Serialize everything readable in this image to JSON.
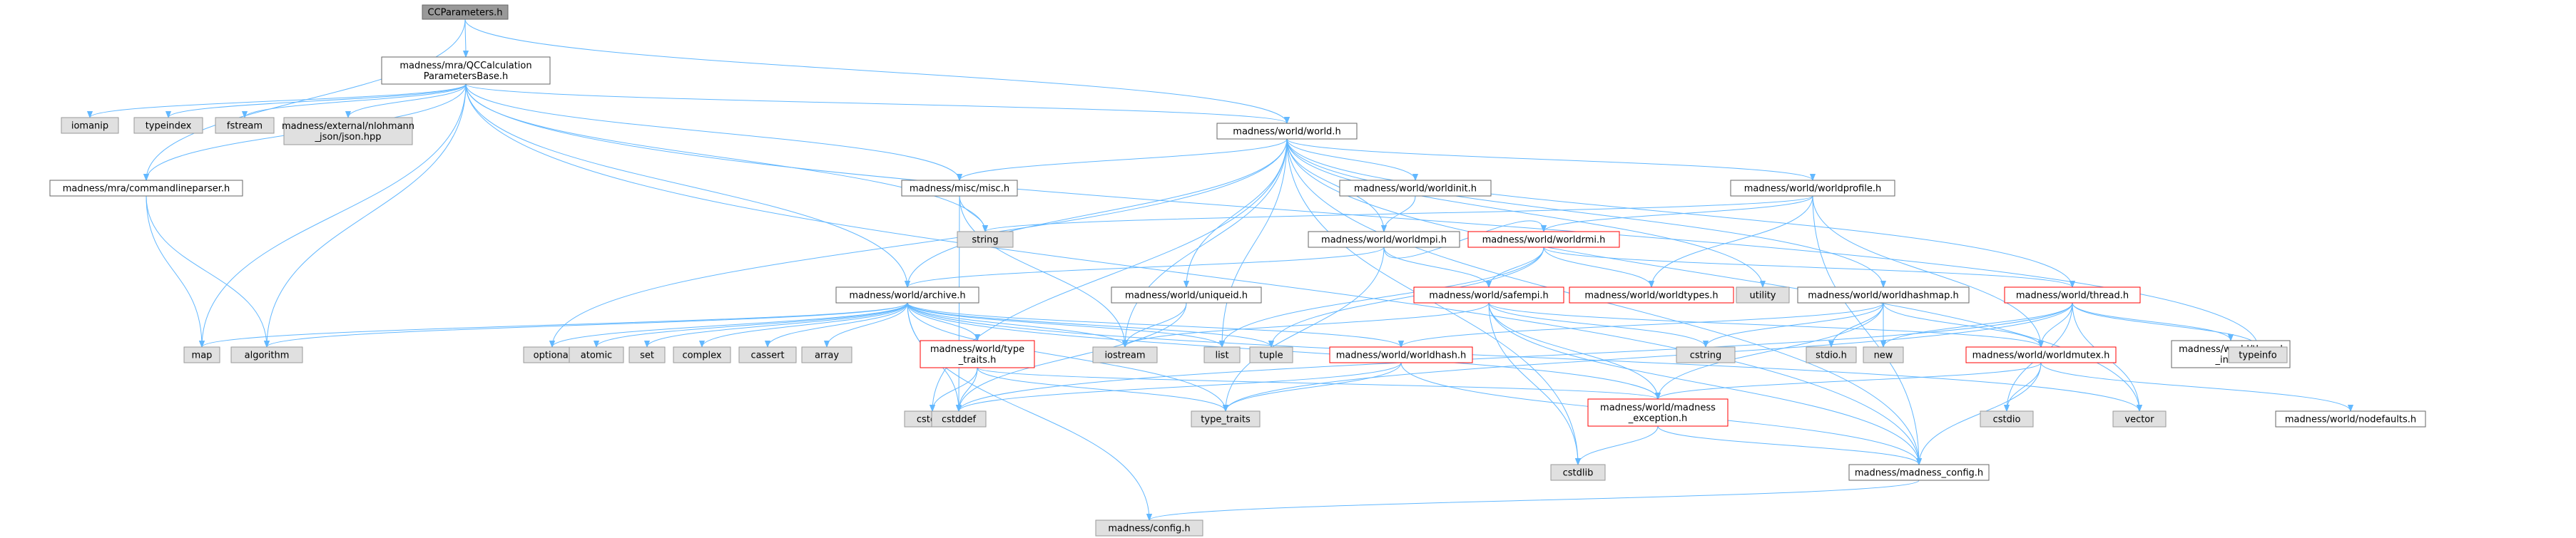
{
  "colors": {
    "edge": "#63b8ff",
    "node_fill": "#ffffff",
    "node_stroke": "#666666",
    "root_fill": "#999999",
    "root_stroke": "#666666",
    "system_fill": "#e0e0e0",
    "system_stroke": "#999999",
    "truncated_stroke": "#ff0000"
  },
  "nodes": [
    {
      "id": "n0",
      "kind": "root",
      "lines": [
        "CCParameters.h"
      ]
    },
    {
      "id": "n1",
      "kind": "header",
      "lines": [
        "madness/mra/QCCalculation",
        "ParametersBase.h"
      ]
    },
    {
      "id": "n2",
      "kind": "header",
      "lines": [
        "madness/mra/commandlineparser.h"
      ]
    },
    {
      "id": "n3",
      "kind": "header",
      "lines": [
        "madness/world/world.h"
      ]
    },
    {
      "id": "n4",
      "kind": "system",
      "lines": [
        "iomanip"
      ]
    },
    {
      "id": "n5",
      "kind": "system",
      "lines": [
        "typeindex"
      ]
    },
    {
      "id": "n6",
      "kind": "system",
      "lines": [
        "fstream"
      ]
    },
    {
      "id": "n7",
      "kind": "system",
      "lines": [
        "madness/external/nlohmann",
        "_json/json.hpp"
      ]
    },
    {
      "id": "n8",
      "kind": "header",
      "lines": [
        "madness/misc/misc.h"
      ]
    },
    {
      "id": "n9",
      "kind": "header",
      "lines": [
        "madness/world/worldinit.h"
      ]
    },
    {
      "id": "n10",
      "kind": "header",
      "lines": [
        "madness/world/worldprofile.h"
      ]
    },
    {
      "id": "n11",
      "kind": "system",
      "lines": [
        "string"
      ]
    },
    {
      "id": "n12",
      "kind": "header",
      "lines": [
        "madness/world/worldmpi.h"
      ]
    },
    {
      "id": "n13",
      "kind": "truncated",
      "lines": [
        "madness/world/worldrmi.h"
      ]
    },
    {
      "id": "n14",
      "kind": "header",
      "lines": [
        "madness/world/archive.h"
      ]
    },
    {
      "id": "n15",
      "kind": "header",
      "lines": [
        "madness/world/uniqueid.h"
      ]
    },
    {
      "id": "n16",
      "kind": "truncated",
      "lines": [
        "madness/world/safempi.h"
      ]
    },
    {
      "id": "n17",
      "kind": "truncated",
      "lines": [
        "madness/world/worldtypes.h"
      ]
    },
    {
      "id": "n18",
      "kind": "system",
      "lines": [
        "utility"
      ]
    },
    {
      "id": "n19",
      "kind": "header",
      "lines": [
        "madness/world/worldhashmap.h"
      ]
    },
    {
      "id": "n20",
      "kind": "truncated",
      "lines": [
        "madness/world/thread.h"
      ]
    },
    {
      "id": "n21",
      "kind": "system",
      "lines": [
        "map"
      ]
    },
    {
      "id": "n22",
      "kind": "system",
      "lines": [
        "algorithm"
      ]
    },
    {
      "id": "n23",
      "kind": "system",
      "lines": [
        "optional"
      ]
    },
    {
      "id": "n24",
      "kind": "system",
      "lines": [
        "atomic"
      ]
    },
    {
      "id": "n25",
      "kind": "system",
      "lines": [
        "set"
      ]
    },
    {
      "id": "n26",
      "kind": "system",
      "lines": [
        "complex"
      ]
    },
    {
      "id": "n27",
      "kind": "system",
      "lines": [
        "cassert"
      ]
    },
    {
      "id": "n28",
      "kind": "system",
      "lines": [
        "array"
      ]
    },
    {
      "id": "n29",
      "kind": "truncated",
      "lines": [
        "madness/world/type",
        "_traits.h"
      ]
    },
    {
      "id": "n30",
      "kind": "system",
      "lines": [
        "iostream"
      ]
    },
    {
      "id": "n31",
      "kind": "system",
      "lines": [
        "list"
      ]
    },
    {
      "id": "n32",
      "kind": "system",
      "lines": [
        "tuple"
      ]
    },
    {
      "id": "n33",
      "kind": "truncated",
      "lines": [
        "madness/world/worldhash.h"
      ]
    },
    {
      "id": "n34",
      "kind": "system",
      "lines": [
        "cstring"
      ]
    },
    {
      "id": "n35",
      "kind": "system",
      "lines": [
        "stdio.h"
      ]
    },
    {
      "id": "n36",
      "kind": "system",
      "lines": [
        "new"
      ]
    },
    {
      "id": "n37",
      "kind": "truncated",
      "lines": [
        "madness/world/worldmutex.h"
      ]
    },
    {
      "id": "n38",
      "kind": "header",
      "lines": [
        "madness/world/thread",
        "_info.h"
      ]
    },
    {
      "id": "n39",
      "kind": "system",
      "lines": [
        "typeinfo"
      ]
    },
    {
      "id": "n40",
      "kind": "system",
      "lines": [
        "cstdint"
      ]
    },
    {
      "id": "n41",
      "kind": "system",
      "lines": [
        "cstddef"
      ]
    },
    {
      "id": "n42",
      "kind": "system",
      "lines": [
        "type_traits"
      ]
    },
    {
      "id": "n43",
      "kind": "truncated",
      "lines": [
        "madness/world/madness",
        "_exception.h"
      ]
    },
    {
      "id": "n44",
      "kind": "system",
      "lines": [
        "cstdio"
      ]
    },
    {
      "id": "n45",
      "kind": "system",
      "lines": [
        "vector"
      ]
    },
    {
      "id": "n46",
      "kind": "header",
      "lines": [
        "madness/world/nodefaults.h"
      ]
    },
    {
      "id": "n47",
      "kind": "system",
      "lines": [
        "cstdlib"
      ]
    },
    {
      "id": "n48",
      "kind": "header",
      "lines": [
        "madness/madness_config.h"
      ]
    },
    {
      "id": "n49",
      "kind": "system",
      "lines": [
        "madness/config.h"
      ]
    }
  ],
  "edges": [
    [
      "n0",
      "n1"
    ],
    [
      "n0",
      "n2"
    ],
    [
      "n0",
      "n3"
    ],
    [
      "n1",
      "n2"
    ],
    [
      "n1",
      "n3"
    ],
    [
      "n1",
      "n4"
    ],
    [
      "n1",
      "n5"
    ],
    [
      "n1",
      "n6"
    ],
    [
      "n1",
      "n7"
    ],
    [
      "n1",
      "n8"
    ],
    [
      "n1",
      "n11"
    ],
    [
      "n1",
      "n14"
    ],
    [
      "n1",
      "n21"
    ],
    [
      "n1",
      "n22"
    ],
    [
      "n1",
      "n39"
    ],
    [
      "n1",
      "n48"
    ],
    [
      "n2",
      "n21"
    ],
    [
      "n2",
      "n22"
    ],
    [
      "n3",
      "n8"
    ],
    [
      "n3",
      "n9"
    ],
    [
      "n3",
      "n10"
    ],
    [
      "n3",
      "n12"
    ],
    [
      "n3",
      "n14"
    ],
    [
      "n3",
      "n15"
    ],
    [
      "n3",
      "n19"
    ],
    [
      "n3",
      "n20"
    ],
    [
      "n3",
      "n18"
    ],
    [
      "n3",
      "n30"
    ],
    [
      "n3",
      "n31"
    ],
    [
      "n3",
      "n23"
    ],
    [
      "n3",
      "n40"
    ],
    [
      "n3",
      "n47"
    ],
    [
      "n3",
      "n45"
    ],
    [
      "n3",
      "n48"
    ],
    [
      "n8",
      "n11"
    ],
    [
      "n8",
      "n30"
    ],
    [
      "n8",
      "n41"
    ],
    [
      "n9",
      "n12"
    ],
    [
      "n10",
      "n11"
    ],
    [
      "n10",
      "n13"
    ],
    [
      "n10",
      "n17"
    ],
    [
      "n10",
      "n37"
    ],
    [
      "n10",
      "n48"
    ],
    [
      "n12",
      "n13"
    ],
    [
      "n12",
      "n16"
    ],
    [
      "n12",
      "n14"
    ],
    [
      "n12",
      "n42"
    ],
    [
      "n13",
      "n16"
    ],
    [
      "n13",
      "n17"
    ],
    [
      "n13",
      "n20"
    ],
    [
      "n13",
      "n31"
    ],
    [
      "n13",
      "n32"
    ],
    [
      "n14",
      "n21"
    ],
    [
      "n14",
      "n22"
    ],
    [
      "n14",
      "n23"
    ],
    [
      "n14",
      "n24"
    ],
    [
      "n14",
      "n25"
    ],
    [
      "n14",
      "n26"
    ],
    [
      "n14",
      "n27"
    ],
    [
      "n14",
      "n28"
    ],
    [
      "n14",
      "n29"
    ],
    [
      "n14",
      "n30"
    ],
    [
      "n14",
      "n31"
    ],
    [
      "n14",
      "n32"
    ],
    [
      "n14",
      "n33"
    ],
    [
      "n14",
      "n41"
    ],
    [
      "n14",
      "n42"
    ],
    [
      "n14",
      "n43"
    ],
    [
      "n14",
      "n45"
    ],
    [
      "n14",
      "n49"
    ],
    [
      "n15",
      "n30"
    ],
    [
      "n15",
      "n41"
    ],
    [
      "n16",
      "n30"
    ],
    [
      "n16",
      "n34"
    ],
    [
      "n16",
      "n37"
    ],
    [
      "n16",
      "n43"
    ],
    [
      "n16",
      "n47"
    ],
    [
      "n16",
      "n48"
    ],
    [
      "n19",
      "n33"
    ],
    [
      "n19",
      "n34"
    ],
    [
      "n19",
      "n35"
    ],
    [
      "n19",
      "n36"
    ],
    [
      "n19",
      "n37"
    ],
    [
      "n19",
      "n43"
    ],
    [
      "n20",
      "n36"
    ],
    [
      "n20",
      "n37"
    ],
    [
      "n20",
      "n38"
    ],
    [
      "n20",
      "n39"
    ],
    [
      "n20",
      "n41"
    ],
    [
      "n20",
      "n42"
    ],
    [
      "n20",
      "n44"
    ],
    [
      "n20",
      "n45"
    ],
    [
      "n29",
      "n40"
    ],
    [
      "n29",
      "n41"
    ],
    [
      "n29",
      "n42"
    ],
    [
      "n29",
      "n43"
    ],
    [
      "n33",
      "n41"
    ],
    [
      "n33",
      "n42"
    ],
    [
      "n33",
      "n48"
    ],
    [
      "n37",
      "n43"
    ],
    [
      "n37",
      "n44"
    ],
    [
      "n37",
      "n46"
    ],
    [
      "n37",
      "n48"
    ],
    [
      "n43",
      "n47"
    ],
    [
      "n43",
      "n48"
    ],
    [
      "n48",
      "n49"
    ]
  ]
}
